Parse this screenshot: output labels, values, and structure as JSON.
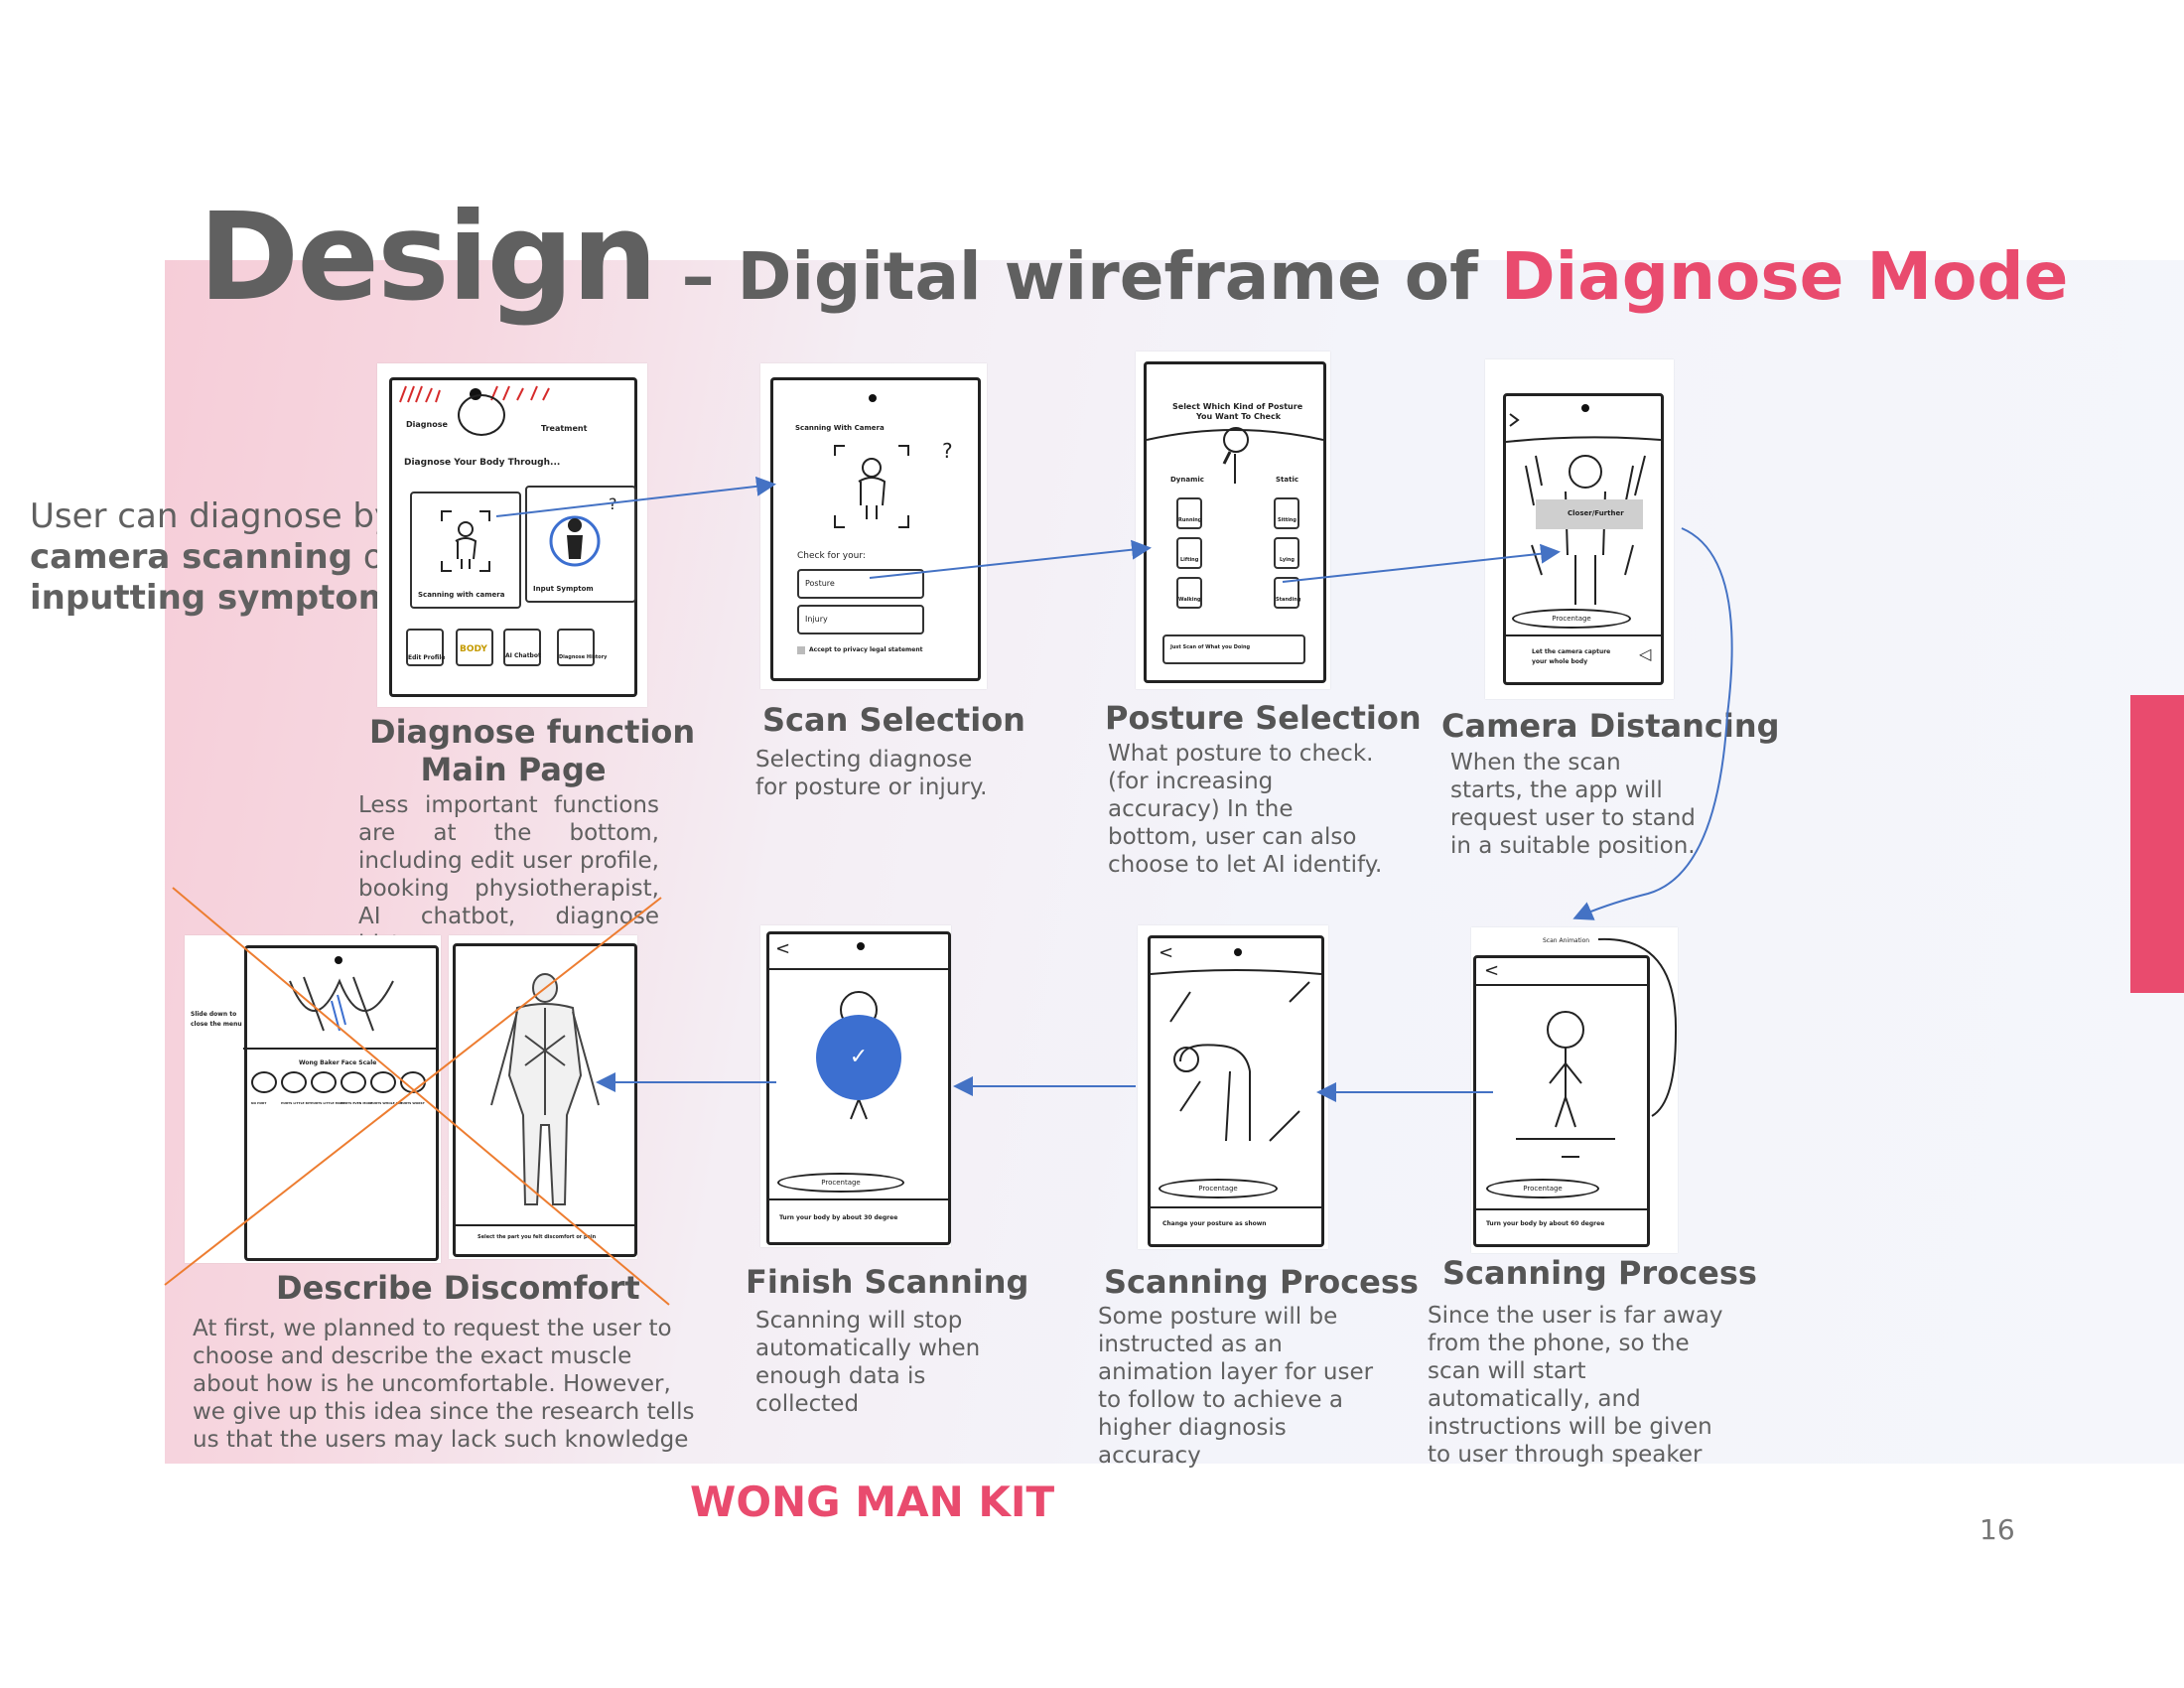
{
  "title": {
    "main": "Design",
    "sub": "– Digital wireframe of ",
    "accent": "Diagnose Mode"
  },
  "intro": {
    "line1": "User can diagnose by",
    "bold1": "camera scanning",
    "connector": " or",
    "bold2": "inputting symptom"
  },
  "screens": {
    "main_page": {
      "title_line1": "Diagnose function",
      "title_line2": "Main Page",
      "description": "Less important functions are at the bottom, including edit user profile, booking physiotherapist, AI chatbot, diagnose history.",
      "ui": {
        "tab_left": "Diagnose",
        "tab_right": "Treatment",
        "heading": "Diagnose Your Body Through...",
        "card_left": "Scanning with camera",
        "card_right": "Input Symptom",
        "btn1": "Edit Profile",
        "btn2": "BODY",
        "btn3": "AI Chatbot",
        "btn4": "Diagnose History"
      }
    },
    "scan_selection": {
      "title": "Scan Selection",
      "description": "Selecting  diagnose for posture or injury.",
      "ui": {
        "header": "Scanning With Camera",
        "check_for": "Check for your:",
        "option1": "Posture",
        "option2": "Injury",
        "accept": "Accept to privacy legal statement"
      }
    },
    "posture_selection": {
      "title": "Posture Selection",
      "description": "What posture to check. (for increasing accuracy) In the bottom, user can also choose to let AI identify.",
      "ui": {
        "heading_line1": "Select Which Kind of Posture",
        "heading_line2": "You Want To Check",
        "col_left": "Dynamic",
        "col_right": "Static",
        "left_items": [
          "Running",
          "Lifting",
          "Walking"
        ],
        "right_items": [
          "Sitting",
          "Lying",
          "Standing"
        ],
        "bottom_box": "Just Scan of What you Doing"
      }
    },
    "camera_distancing": {
      "title": "Camera Distancing",
      "description": "When the scan starts, the app will request user to stand in a suitable position.",
      "ui": {
        "banner": "Closer/Further",
        "progress": "Procentage",
        "bottom_line1": "Let the camera capture",
        "bottom_line2": "your whole body"
      }
    },
    "scanning_process_1": {
      "title": "Scanning Process",
      "description": "Since the user is far away from the phone, so the scan will start automatically, and instructions will be given to user through speaker",
      "ui": {
        "label": "Scan Animation",
        "progress": "Procentage",
        "instruction": "Turn your body by about 60 degree"
      }
    },
    "scanning_process_2": {
      "title": "Scanning Process",
      "description": "Some posture will be instructed as an animation layer for user to follow to achieve a higher diagnosis accuracy",
      "ui": {
        "progress": "Procentage",
        "instruction": "Change your posture as shown"
      }
    },
    "finish_scanning": {
      "title": "Finish Scanning",
      "description": "Scanning will stop automatically when enough data is collected",
      "ui": {
        "progress": "Procentage",
        "instruction": "Turn your body by about 30 degree",
        "check": "✓"
      }
    },
    "describe_discomfort": {
      "title": "Describe Discomfort",
      "description": "At first, we planned to request the user to choose and describe the exact muscle about how is he uncomfortable. However, we give up this idea since the research tells us that the users may lack such knowledge",
      "ui": {
        "slide_hint_line1": "Slide down to",
        "slide_hint_line2": "close the menu",
        "scale_title": "Wong Baker Face Scale",
        "scale_labels": [
          "NO HURT",
          "HURTS LITTLE BIT",
          "HURTS LITTLE MORE",
          "HURTS EVEN MORE",
          "HURTS WHOLE LOT",
          "HURTS WORST"
        ],
        "select_text": "Select the part you felt discomfort or pain"
      }
    }
  },
  "footer": {
    "author": "WONG MAN KIT",
    "page": "16"
  },
  "colors": {
    "accent": "#e94b6e",
    "text": "#606060",
    "arrow": "#4472c4",
    "cross": "#ed7d31"
  }
}
